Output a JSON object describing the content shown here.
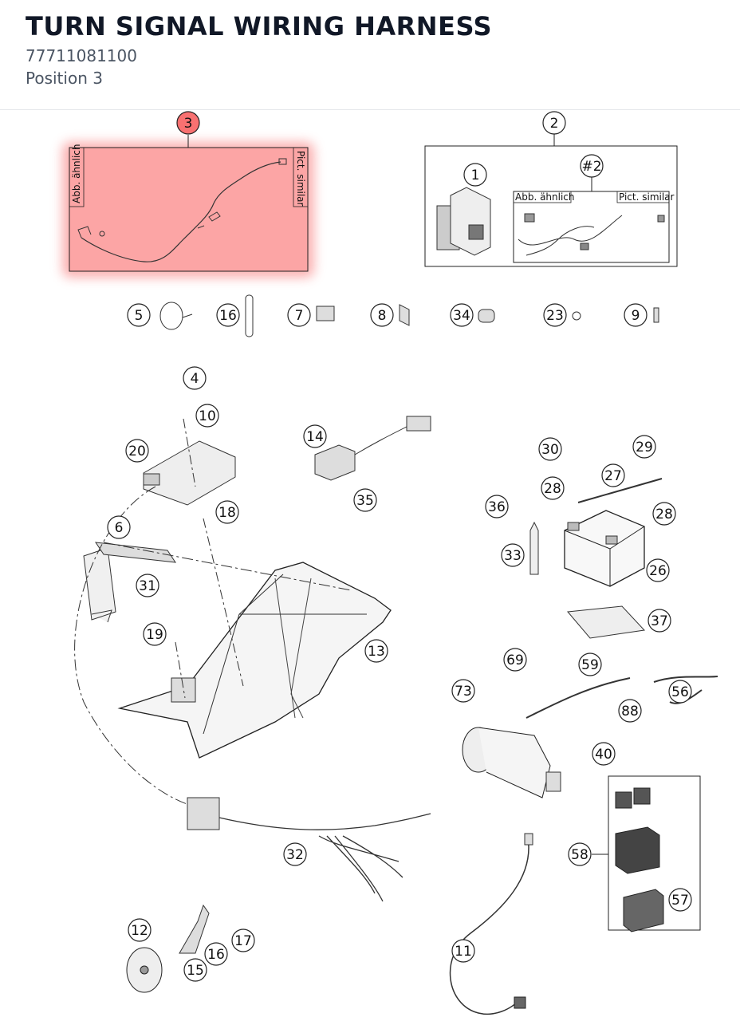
{
  "header": {
    "title": "TURN SIGNAL WIRING HARNESS",
    "part_number": "77711081100",
    "position": "Position 3"
  },
  "highlight": {
    "color": "#f87171",
    "callout": "3",
    "left_label": "Abb. ähnlich",
    "right_label": "Pict. similar"
  },
  "boxes": {
    "group2_label": "2",
    "inner_label": "#2",
    "inner_left": "Abb. ähnlich",
    "inner_right": "Pict. similar",
    "group58_label": "58"
  },
  "callouts": [
    "1",
    "4",
    "5",
    "6",
    "7",
    "8",
    "9",
    "10",
    "11",
    "12",
    "13",
    "14",
    "15",
    "16",
    "16",
    "17",
    "18",
    "19",
    "20",
    "23",
    "26",
    "27",
    "28",
    "28",
    "29",
    "30",
    "31",
    "32",
    "33",
    "34",
    "35",
    "36",
    "37",
    "40",
    "56",
    "57",
    "59",
    "69",
    "73",
    "88"
  ]
}
